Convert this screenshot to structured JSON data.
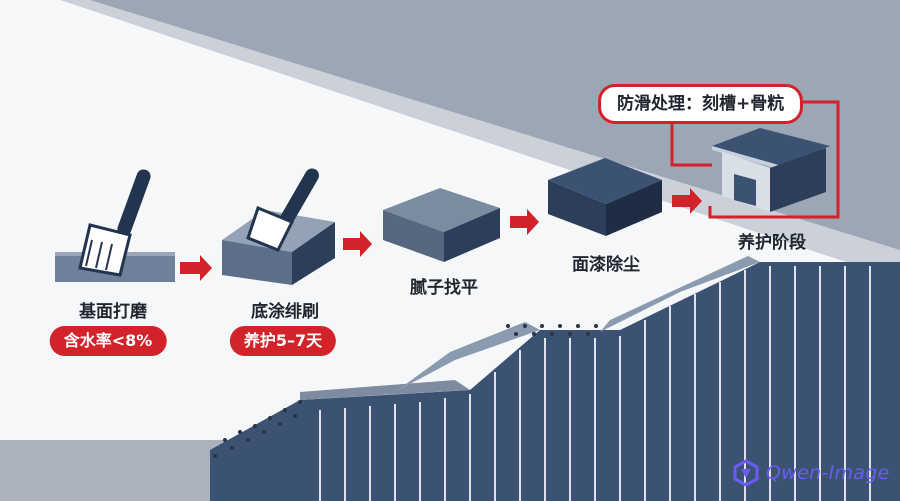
{
  "steps": [
    {
      "label": "基面打磨",
      "note": "含水率<8%"
    },
    {
      "label": "底涂绯刷",
      "note": "养护5–7天"
    },
    {
      "label": "腻子找平"
    },
    {
      "label": "面漆除尘"
    },
    {
      "label": "养护阶段"
    }
  ],
  "callout": "防滑处理：刻槽+骨粇",
  "brand": "Qwen-Image",
  "colors": {
    "accent": "#d2222a",
    "steel": "#3c5272",
    "light": "#8a9bb0"
  }
}
